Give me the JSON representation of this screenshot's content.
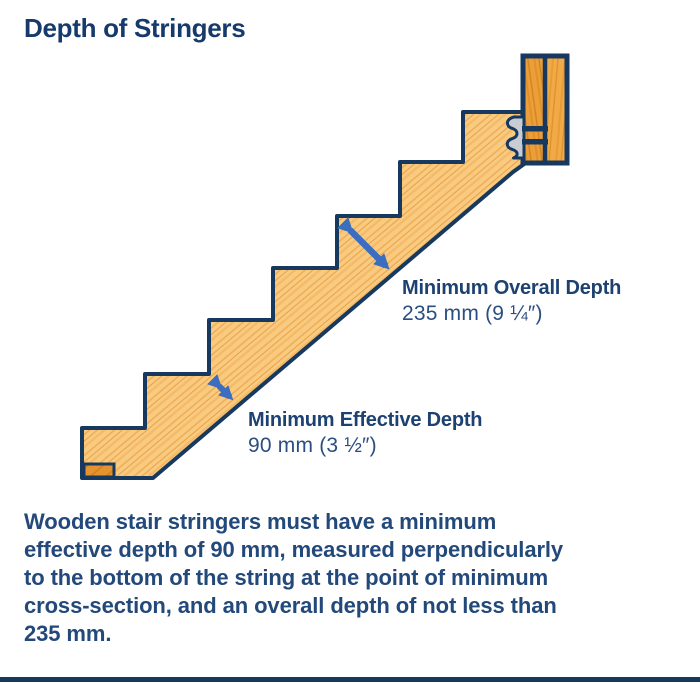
{
  "title": "Depth of Stringers",
  "diagram": {
    "annotations": {
      "overall": {
        "label": "Minimum Overall Depth",
        "value": "235 mm (9 ¼″)"
      },
      "effective": {
        "label": "Minimum Effective Depth",
        "value": "90 mm (3 ½″)"
      }
    }
  },
  "paragraph": {
    "lines": [
      "Wooden stair stringers must have a minimum",
      "effective depth of 90 mm, measured perpendicularly",
      "to the bottom of the string at the point of minimum",
      "cross-section, and an overall depth of not less than",
      "235 mm."
    ]
  },
  "colors": {
    "navy": "#17395F",
    "title_text": "#153A6B",
    "label_text": "#1D4271",
    "value_text": "#2A4E80",
    "body_text": "#23497B",
    "wood_light": "#F9CB80",
    "wood_grain": "#EDA64C",
    "wood_post_left": "#EC9E38",
    "wood_post_right": "#F2AA48",
    "wood_block": "#E6932F",
    "connector_gray": "#C9CDD3",
    "arrow_blue": "#3B6DC0",
    "bottom_bar": "#17395F"
  }
}
